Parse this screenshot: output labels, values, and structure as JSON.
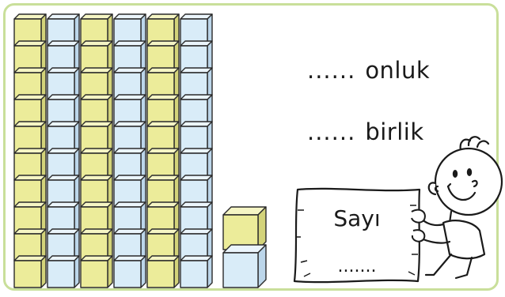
{
  "onluk_line": {
    "dots": "......",
    "word": "onluk"
  },
  "birlik_line": {
    "dots": "......",
    "word": "birlik"
  },
  "sign": {
    "title": "Sayı",
    "blank": "......."
  },
  "blocks": {
    "tens_rods": 6,
    "cubes_per_rod": 10,
    "ones_cubes": 2,
    "rod_colors": [
      "yellow",
      "blue",
      "yellow",
      "blue",
      "yellow",
      "blue"
    ],
    "ones_colors": [
      "yellow",
      "blue"
    ]
  },
  "colors": {
    "frame": "#c9df9a",
    "yellow_face": "#ecec9a",
    "yellow_top": "#f5f5c4",
    "yellow_side": "#d3d37a",
    "blue_face": "#d9ecf8",
    "blue_top": "#ebf5fc",
    "blue_side": "#bcd6ea",
    "outline": "#2a2a2a"
  }
}
